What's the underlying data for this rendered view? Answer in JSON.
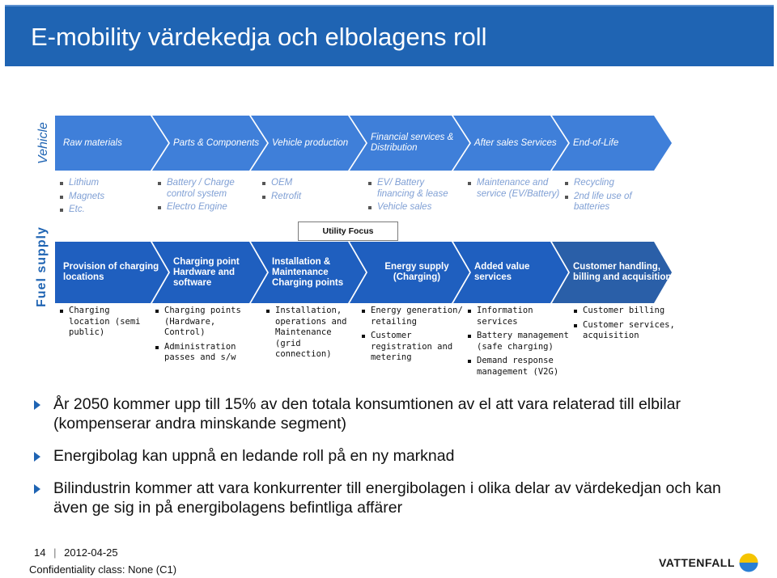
{
  "title": "E-mobility värdekedja och elbolagens roll",
  "row_labels": {
    "vehicle": "Vehicle",
    "fuel_supply": "Fuel supply"
  },
  "vehicle_chain": [
    {
      "label": "Raw materials",
      "bullets": [
        "Lithium",
        "Magnets",
        "Etc."
      ]
    },
    {
      "label": "Parts & Components",
      "bullets": [
        "Battery / Charge control system",
        "Electro Engine"
      ]
    },
    {
      "label": "Vehicle production",
      "bullets": [
        "OEM",
        "Retrofit"
      ]
    },
    {
      "label": "Financial services & Distribution",
      "bullets": [
        "EV/ Battery financing & lease",
        "Vehicle sales"
      ]
    },
    {
      "label": "After sales Services",
      "bullets": [
        "Maintenance and service (EV/Battery)"
      ]
    },
    {
      "label": "End-of-Life",
      "bullets": [
        "Recycling",
        "2nd life use of batteries"
      ]
    }
  ],
  "utility_focus": "Utility Focus",
  "fuel_chain": [
    {
      "label": "Provision of charging locations",
      "bullets": [
        "Charging location (semi public)"
      ]
    },
    {
      "label": "Charging point Hardware and software",
      "bullets": [
        "Charging points (Hardware, Control)",
        "Administration passes and s/w"
      ]
    },
    {
      "label": "Installation & Maintenance Charging points",
      "bullets": [
        "Installation, operations and Maintenance (grid connection)"
      ]
    },
    {
      "label": "Energy supply (Charging)",
      "bullets": [
        "Energy generation/ retailing",
        "Customer registration and metering"
      ]
    },
    {
      "label": "Added value services",
      "bullets": [
        "Information services",
        "Battery management (safe charging)",
        "Demand response management (V2G)"
      ]
    },
    {
      "label": "Customer handling, billing and acquisition",
      "bullets": [
        "Customer billing",
        "Customer services, acquisition"
      ]
    }
  ],
  "key_points": [
    "År 2050 kommer upp till 15% av den totala konsumtionen av el att vara relaterad till elbilar (kompenserar andra minskande segment)",
    "Energibolag kan uppnå en ledande roll på en ny marknad",
    "Bilindustrin kommer att vara konkurrenter till energibolagen i olika delar av värdekedjan och kan även ge sig in på energibolagens befintliga affärer"
  ],
  "footer": {
    "page_number": "14",
    "date": "2012-04-25",
    "classification": "Confidentiality class: None (C1)",
    "logo_text": "VATTENFALL"
  },
  "colors": {
    "title_bar": "#1f64b3",
    "vehicle_chevron": "#3f7fd9",
    "fuel_chevron": "#1f5fbf",
    "accent": "#1f64b3"
  }
}
